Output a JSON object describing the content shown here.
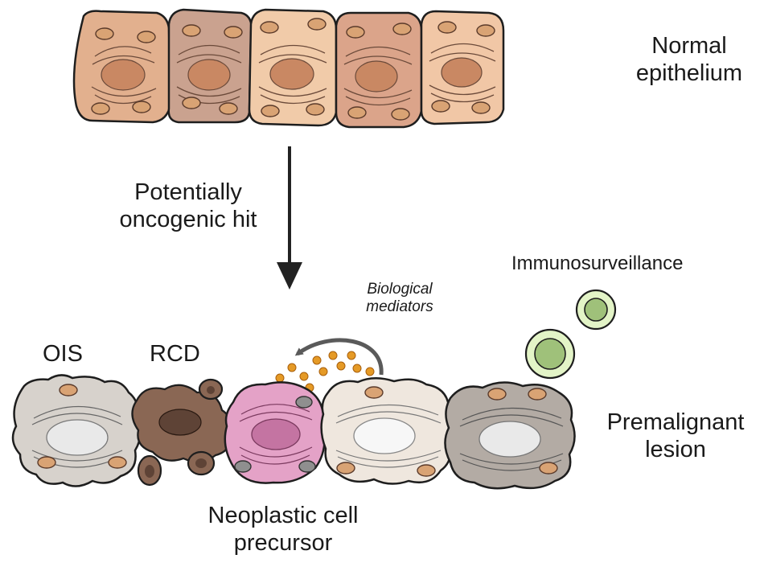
{
  "labels": {
    "normal_epithelium": [
      "Normal",
      "epithelium"
    ],
    "oncogenic_hit": [
      "Potentially",
      "oncogenic hit"
    ],
    "biological_mediators": [
      "Biological",
      "mediators"
    ],
    "immunosurveillance": "Immunosurveillance",
    "ois": "OIS",
    "rcd": "RCD",
    "premalignant_lesion": [
      "Premalignant",
      "lesion"
    ],
    "neoplastic_precursor": [
      "Neoplastic cell",
      "precursor"
    ]
  },
  "colors": {
    "outline": "#1e1e1e",
    "normal_cells": [
      "#e2b08e",
      "#caa28f",
      "#f1cba9",
      "#dba48a",
      "#f1c7a6"
    ],
    "normal_nucleus": "#c98863",
    "mitochondria": "#d9a374",
    "ois_cell": "#d7d2cc",
    "ois_nucleus": "#e9e9e9",
    "rcd_fragments": "#8a6754",
    "rcd_core": "#5e4336",
    "neoplastic_cell": "#e4a2c7",
    "neoplastic_nucleus": "#c474a2",
    "neoplastic_mito": "#8f8f8f",
    "premalignant_cell_1": "#efe7de",
    "premalignant_cell_2": "#b3aba4",
    "mediator_dots": "#e59a26",
    "immune_outer": "#e3f4c7",
    "immune_inner": "#9fc17a",
    "arrow": "#222222",
    "curved_arrow": "#5a5a5a"
  }
}
